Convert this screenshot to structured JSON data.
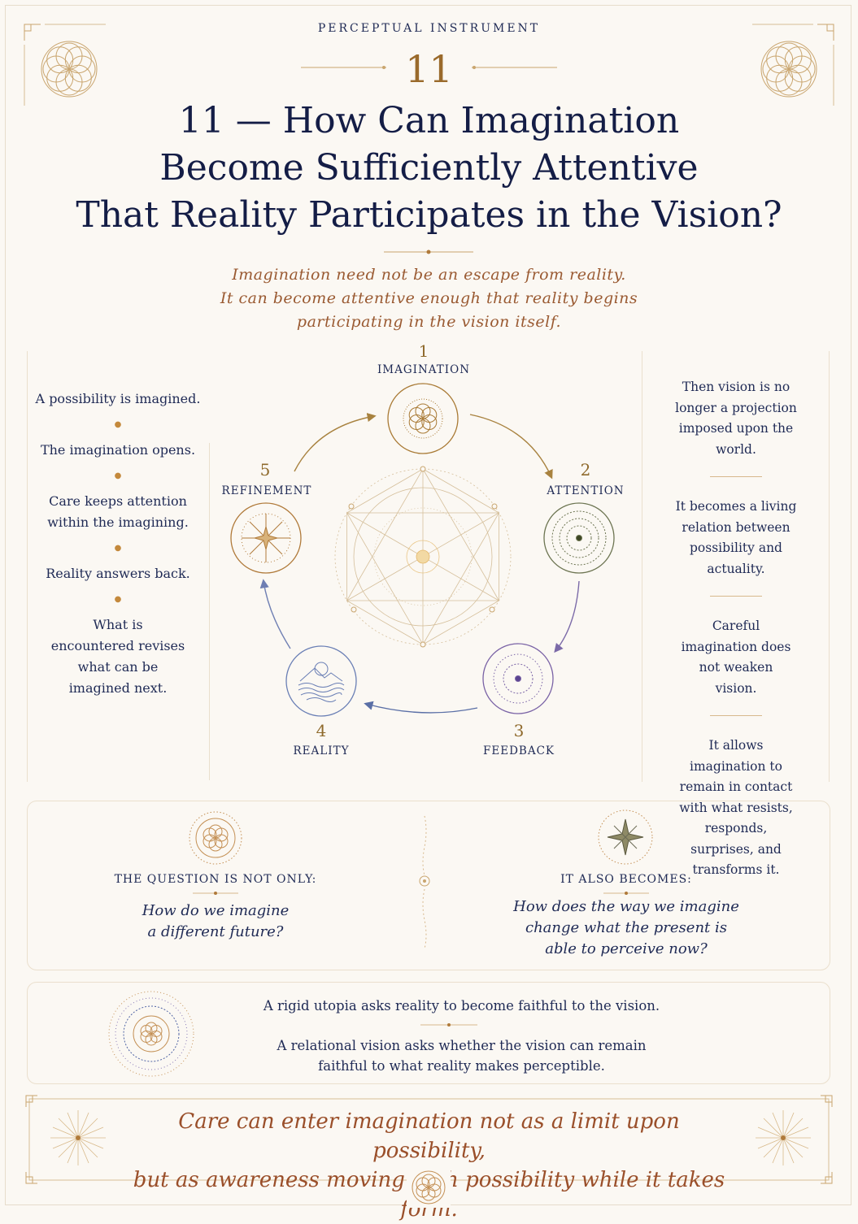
{
  "header": {
    "kicker": "PERCEPTUAL INSTRUMENT",
    "number": "11",
    "title_lines": [
      "11 — How Can Imagination",
      "Become Sufficiently Attentive",
      "That Reality Participates in the Vision?"
    ],
    "subtitle_lines": [
      "Imagination need not be an escape from reality.",
      "It can become attentive enough that reality begins",
      "participating in the vision itself."
    ]
  },
  "left_list": [
    "A possibility is imagined.",
    "The imagination opens.",
    "Care keeps attention within the imagining.",
    "Reality answers back.",
    "What is encountered revises what can be imagined next."
  ],
  "cycle": {
    "nodes": [
      {
        "number": "1",
        "label": "IMAGINATION",
        "icon": "flower-of-life-icon",
        "color": "#a97a35"
      },
      {
        "number": "2",
        "label": "ATTENTION",
        "icon": "concentric-rings-icon",
        "color": "#6d7552"
      },
      {
        "number": "3",
        "label": "FEEDBACK",
        "icon": "ripple-icon",
        "color": "#7a63a6"
      },
      {
        "number": "4",
        "label": "REALITY",
        "icon": "mountain-waves-icon",
        "color": "#5a6fa6"
      },
      {
        "number": "5",
        "label": "REFINEMENT",
        "icon": "compass-star-icon",
        "color": "#b07a3a"
      }
    ]
  },
  "right_list": [
    "Then vision is no longer a projection imposed upon the world.",
    "It becomes a living relation between possibility and actuality.",
    "Careful imagination does not weaken vision.",
    "It allows imagination to remain in contact with what resists, responds, surprises, and transforms it."
  ],
  "question": {
    "left_heading": "THE QUESTION IS NOT ONLY:",
    "left_text_lines": [
      "How do we imagine",
      "a different future?"
    ],
    "right_heading": "IT ALSO BECOMES:",
    "right_text_lines": [
      "How does the way we imagine",
      "change what the present is",
      "able to perceive now?"
    ]
  },
  "relational": {
    "line1": "A rigid utopia asks reality to become faithful to the vision.",
    "line2_lines": [
      "A relational vision asks whether the vision can remain",
      "faithful to what reality makes perceptible."
    ]
  },
  "closing_lines": [
    "Care can enter imagination not as a limit upon possibility,",
    "but as awareness moving with possibility while it takes form."
  ],
  "colors": {
    "navy": "#1f2a55",
    "gold": "#b08a4e",
    "rust": "#9a4f2a",
    "background": "#fbf8f3"
  }
}
